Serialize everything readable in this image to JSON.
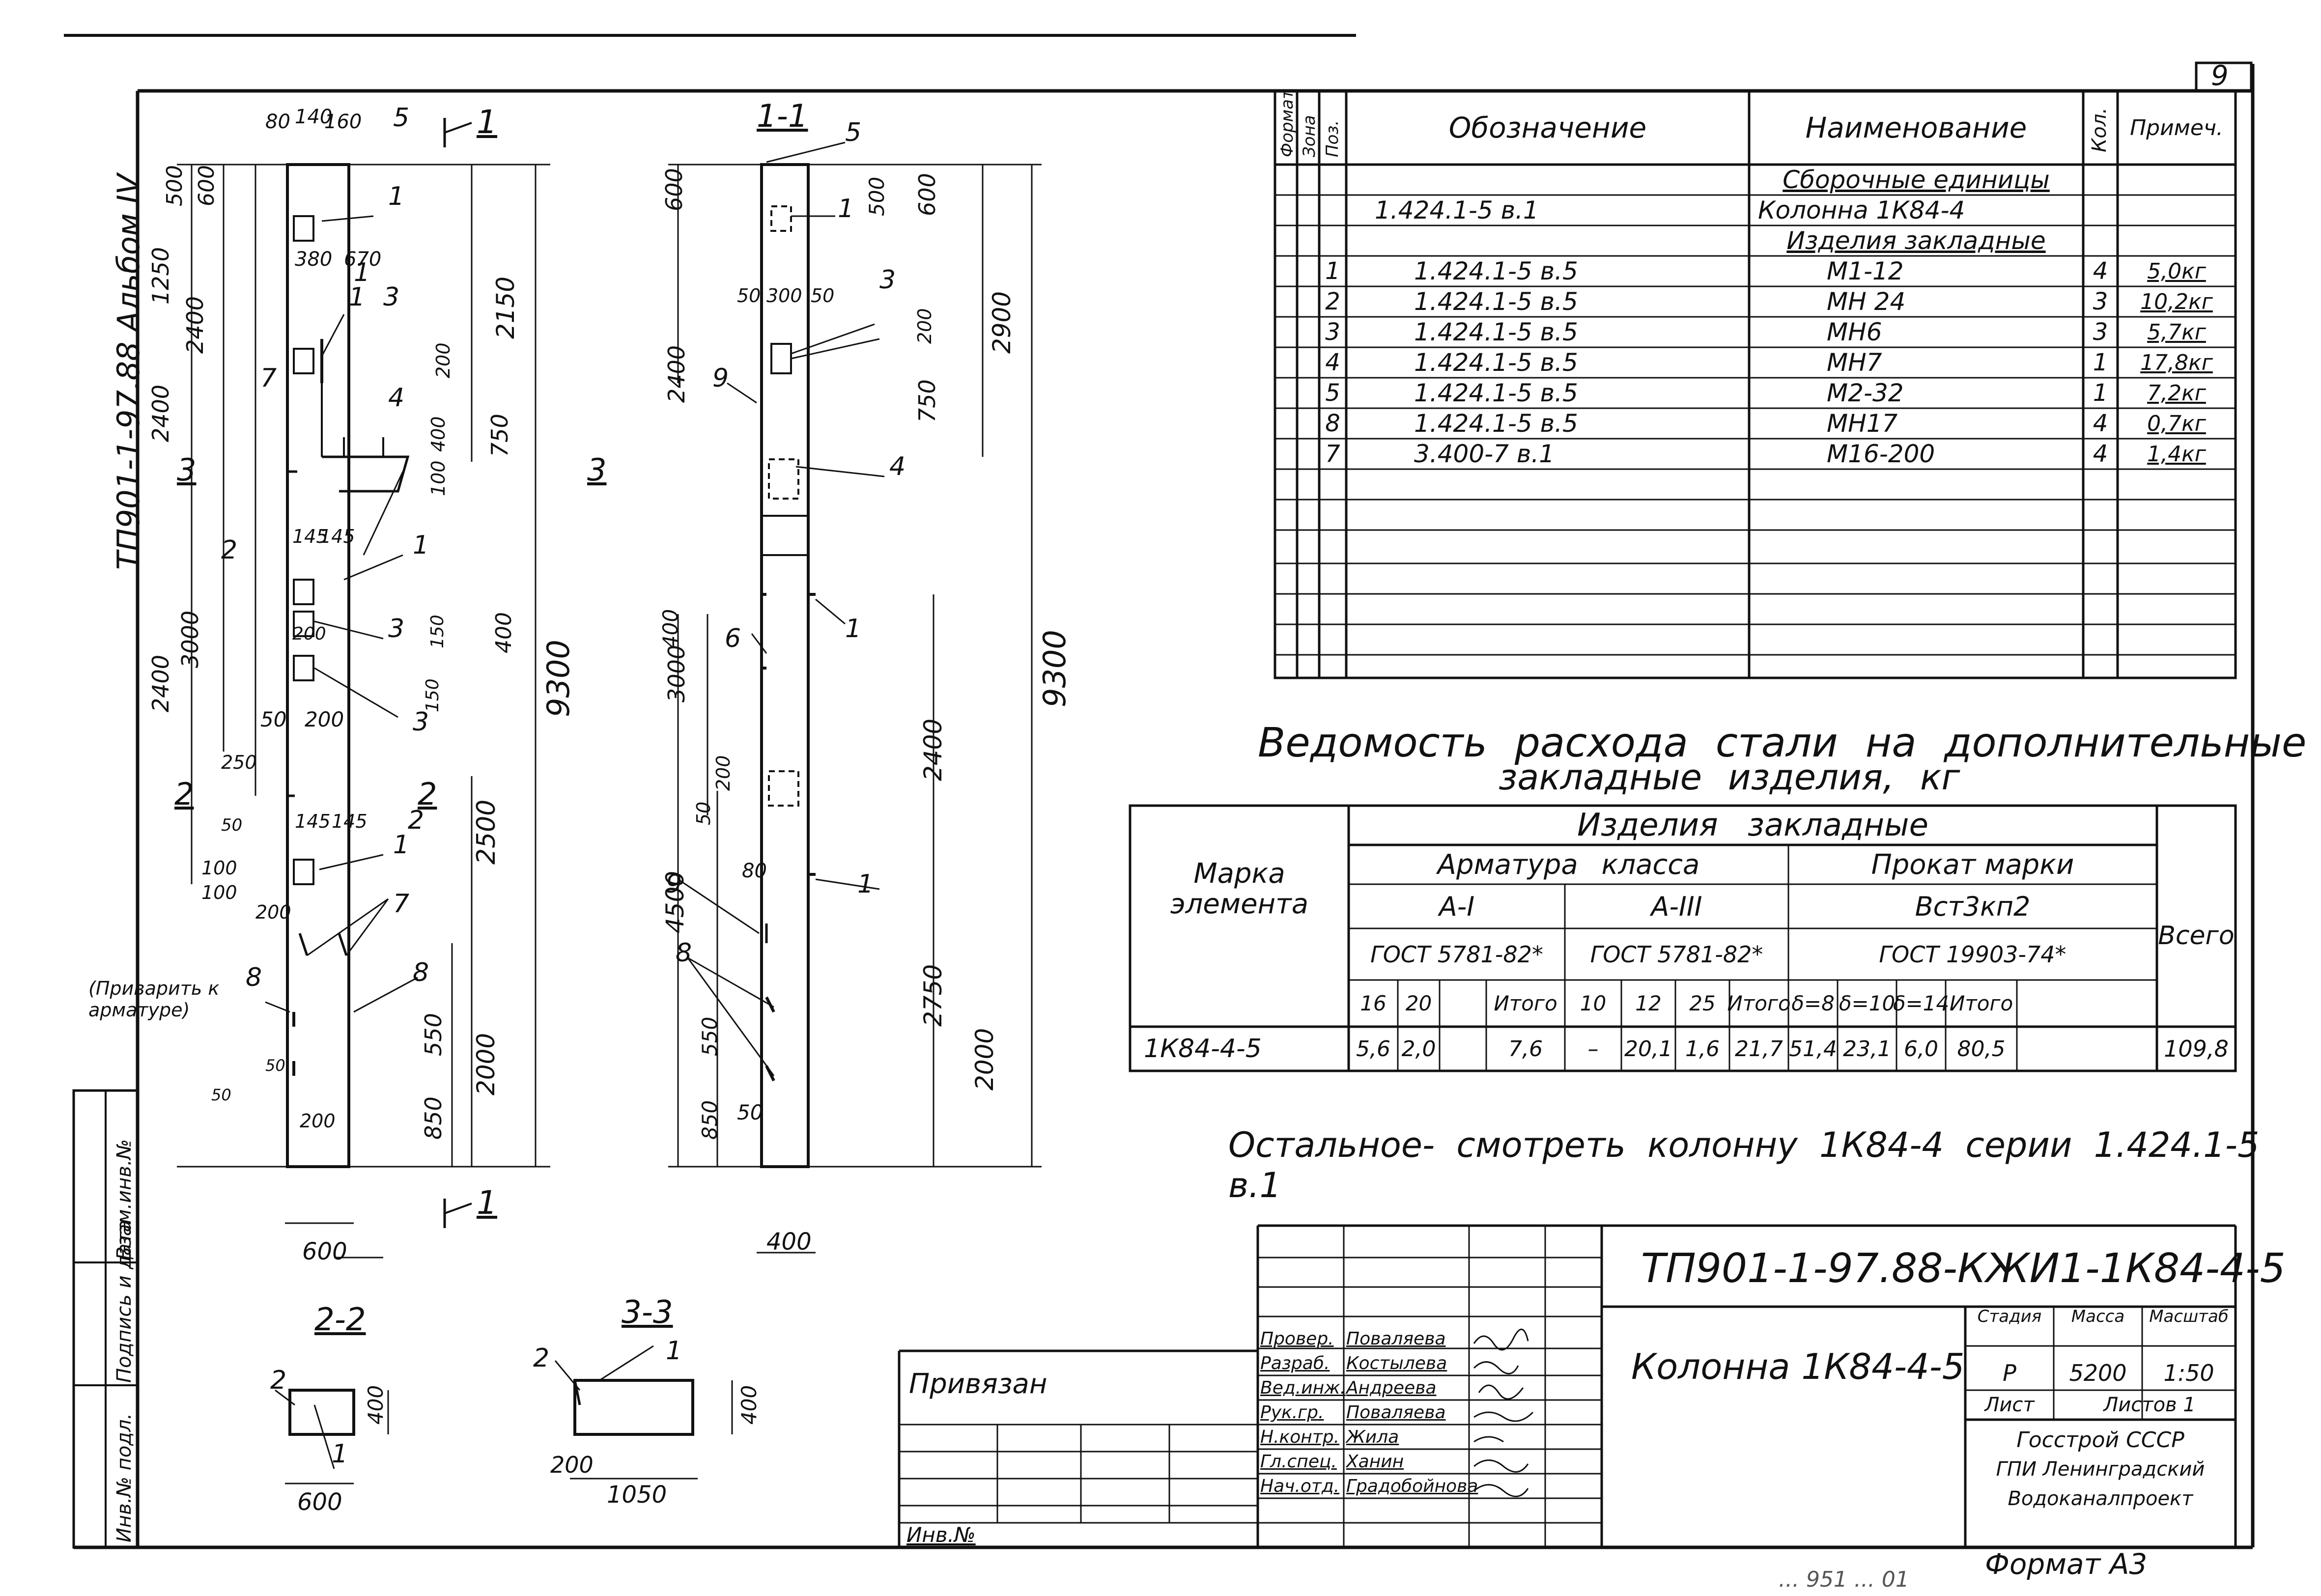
{
  "page_number": "9",
  "album_label": "ТП901-1-97.88 Альбом IV",
  "margin_labels": [
    "Инв.№ подл.",
    "Подпись и дата",
    "Взам.инв.№"
  ],
  "spec": {
    "headers": {
      "format": "Формат",
      "zone": "Зона",
      "pos": "Поз.",
      "designation": "Обозначение",
      "name": "Наименование",
      "qty": "Кол.",
      "note": "Примеч."
    },
    "sections": {
      "assemblies": "Сборочные единицы",
      "embedded": "Изделия закладные"
    },
    "assembly_row": {
      "designation": "1.424.1-5 в.1",
      "name": "Колонна 1К84-4"
    },
    "rows": [
      {
        "pos": "1",
        "designation": "1.424.1-5 в.5",
        "name": "М1-12",
        "qty": "4",
        "note": "5,0кг"
      },
      {
        "pos": "2",
        "designation": "1.424.1-5 в.5",
        "name": "МН 24",
        "qty": "3",
        "note": "10,2кг"
      },
      {
        "pos": "3",
        "designation": "1.424.1-5 в.5",
        "name": "МН6",
        "qty": "3",
        "note": "5,7кг"
      },
      {
        "pos": "4",
        "designation": "1.424.1-5 в.5",
        "name": "МН7",
        "qty": "1",
        "note": "17,8кг"
      },
      {
        "pos": "5",
        "designation": "1.424.1-5 в.5",
        "name": "М2-32",
        "qty": "1",
        "note": "7,2кг"
      },
      {
        "pos": "8",
        "designation": "1.424.1-5 в.5",
        "name": "МН17",
        "qty": "4",
        "note": "0,7кг"
      },
      {
        "pos": "7",
        "designation": "3.400-7 в.1",
        "name": "М16-200",
        "qty": "4",
        "note": "1,4кг"
      }
    ]
  },
  "steel": {
    "title_line1": "Ведомость расхода стали на дополнительные",
    "title_line2": "закладные изделия, кг",
    "mark_header": "Марка элемента",
    "group_header": "Изделия закладные",
    "rebar_header": "Арматура класса",
    "rolled_header": "Прокат марки",
    "class_a1": "А-I",
    "class_a3": "А-III",
    "grade": "Вст3кп2",
    "gost_a1": "ГОСТ 5781-82*",
    "gost_a3": "ГОСТ 5781-82*",
    "gost_rolled": "ГОСТ 19903-74*",
    "total_header": "Всего",
    "sub": [
      "16",
      "20",
      "",
      "Итого",
      "10",
      "12",
      "25",
      "Итого",
      "δ=8",
      "δ=10",
      "δ=14",
      "Итого"
    ],
    "row": {
      "mark": "1К84-4-5",
      "values": [
        "5,6",
        "2,0",
        "",
        "7,6",
        "–",
        "20,1",
        "1,6",
        "21,7",
        "51,4",
        "23,1",
        "6,0",
        "80,5"
      ],
      "total": "109,8"
    }
  },
  "note_line": "Остальное- смотреть колонну 1К84-4 серии 1.424.1-5 в.1",
  "title_block": {
    "code": "ТП901-1-97.88-КЖИ1-1К84-4-5",
    "name": "Колонна 1К84-4-5",
    "stage_h": "Стадия",
    "mass_h": "Масса",
    "scale_h": "Масштаб",
    "stage": "Р",
    "mass": "5200",
    "scale": "1:50",
    "sheet": "Лист",
    "sheets": "Листов 1",
    "org1": "Госстрой СССР",
    "org2": "ГПИ Ленинградский",
    "org3": "Водоканалпроект",
    "roles": [
      {
        "role": "Провер.",
        "person": "Поваляева"
      },
      {
        "role": "Разраб.",
        "person": "Костылева"
      },
      {
        "role": "Вед.инж.",
        "person": "Андреева"
      },
      {
        "role": "Рук.гр.",
        "person": "Поваляева"
      },
      {
        "role": "Н.контр.",
        "person": "Жила"
      },
      {
        "role": "Гл.спец.",
        "person": "Ханин"
      },
      {
        "role": "Нач.отд.",
        "person": "Градобойнова"
      }
    ],
    "privyazan": "Привязан",
    "inv": "Инв.№"
  },
  "format_label": "Формат А3",
  "bottom_code": "... 951 ... 01",
  "drawing": {
    "section_1_1": "1-1",
    "section_2_2": "2-2",
    "section_3_3": "3-3",
    "cut_1": "1",
    "cut_2": "2",
    "cut_3": "3",
    "dims_elev": [
      "80",
      "140",
      "160",
      "500",
      "600",
      "1250",
      "380",
      "670",
      "2400",
      "2150",
      "2400",
      "200",
      "400",
      "750",
      "100",
      "145",
      "145",
      "3000",
      "200",
      "150",
      "400",
      "150",
      "2400",
      "50",
      "200",
      "250",
      "9300",
      "50",
      "145",
      "145",
      "2500",
      "100",
      "100",
      "200",
      "550",
      "2000",
      "850",
      "200",
      "50",
      "50",
      "600"
    ],
    "dims_section": [
      "600",
      "500",
      "600",
      "50",
      "300",
      "50",
      "2900",
      "200",
      "750",
      "2400",
      "400",
      "3000",
      "2400",
      "50",
      "200",
      "9300",
      "4500",
      "80",
      "2750",
      "2000",
      "550",
      "850",
      "50",
      "400"
    ],
    "weld_note": "(Приварить к арматуре)",
    "sec22": {
      "w": "600",
      "h": "400"
    },
    "sec33": {
      "w": "1050",
      "h": "400",
      "off": "200"
    },
    "pos_labels": [
      "5",
      "1",
      "1",
      "3",
      "7",
      "4",
      "2",
      "1",
      "3",
      "3",
      "2",
      "1",
      "7",
      "8",
      "8",
      "1",
      "5",
      "1",
      "3",
      "9",
      "4",
      "6",
      "1",
      "9",
      "1",
      "8",
      "2",
      "1",
      "2",
      "1"
    ]
  }
}
